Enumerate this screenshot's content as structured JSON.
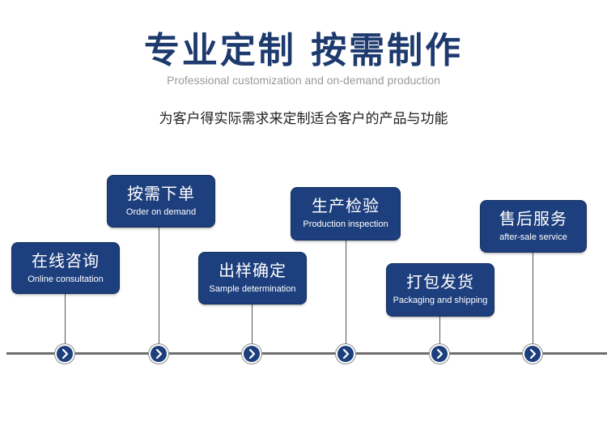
{
  "header": {
    "title": "专业定制 按需制作",
    "subtitle": "Professional customization and on-demand production",
    "description": "为客户得实际需求来定制适合客户的产品与功能"
  },
  "steps": [
    {
      "title_cn": "在线咨询",
      "title_en": "Online consultation"
    },
    {
      "title_cn": "按需下单",
      "title_en": "Order on demand"
    },
    {
      "title_cn": "出样确定",
      "title_en": "Sample determination"
    },
    {
      "title_cn": "生产检验",
      "title_en": "Production inspection"
    },
    {
      "title_cn": "打包发货",
      "title_en": "Packaging and shipping"
    },
    {
      "title_cn": "售后服务",
      "title_en": "after-sale service"
    }
  ],
  "icons": {
    "node": "chevron-right-icon"
  },
  "colors": {
    "title": "#1d3a6e",
    "box": "#1d3f7d",
    "subtitle": "#9a9a9a",
    "timeline": "#6e6e6e"
  }
}
